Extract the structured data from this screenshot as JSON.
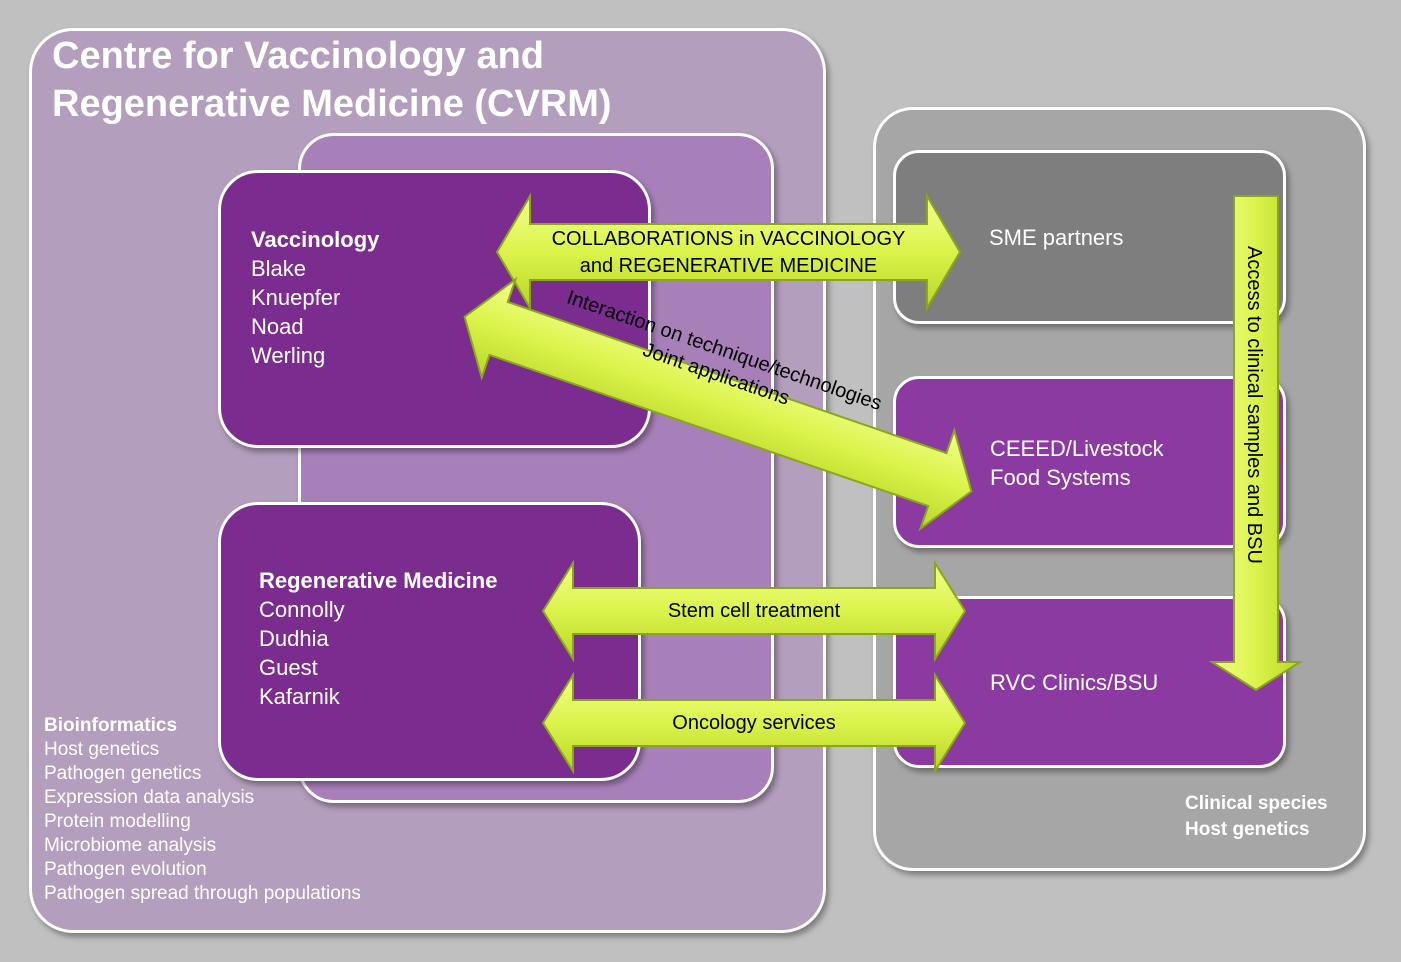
{
  "title": "Centre for Vaccinology and Regenerative Medicine (CVRM)",
  "vaccinology": {
    "heading": "Vaccinology",
    "members": [
      "Blake",
      "Knuepfer",
      "Noad",
      "Werling"
    ]
  },
  "regenerative": {
    "heading": "Regenerative Medicine",
    "members": [
      "Connolly",
      "Dudhia",
      "Guest",
      "Kafarnik"
    ]
  },
  "bioinformatics": {
    "heading": "Bioinformatics",
    "items": [
      "Host genetics",
      "Pathogen genetics",
      "Expression data analysis",
      "Protein modelling",
      "Microbiome analysis",
      "Pathogen evolution",
      "Pathogen spread through populations"
    ]
  },
  "partners": {
    "sme": "SME partners",
    "ceeed_line1": "CEEED/Livestock",
    "ceeed_line2": "Food Systems",
    "rvc": "RVC Clinics/BSU",
    "species_line1": "Clinical species",
    "species_line2": "Host genetics"
  },
  "arrows": {
    "collab_line1": "COLLABORATIONS in VACCINOLOGY",
    "collab_line2": "and REGENERATIVE MEDICINE",
    "interaction_line1": "Interaction on technique/technologies",
    "interaction_line2": "Joint applications",
    "stem_cell": "Stem cell treatment",
    "oncology": "Oncology services",
    "access": "Access to clinical samples and BSU"
  },
  "colors": {
    "background": "#c0c0c0",
    "cvrm_box": "#b39ebd",
    "cvrm_inner": "#a880b9",
    "dark_purple": "#7a2d8f",
    "partner_purple": "#8a3aa0",
    "partner_gray": "#a6a6a6",
    "sme_gray": "#7e7e7e",
    "arrow_fill": "#d9f24a",
    "arrow_stroke": "#8aa61a"
  }
}
